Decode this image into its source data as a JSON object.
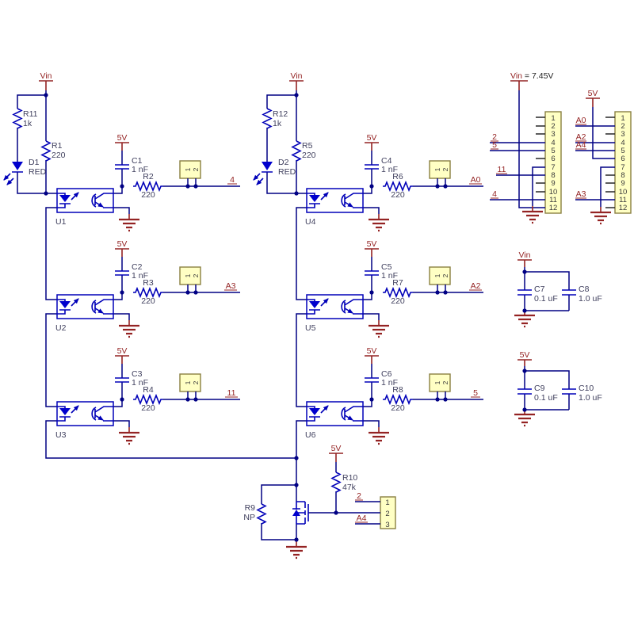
{
  "schematic": {
    "power": {
      "vin": "Vin",
      "v5": "5V",
      "vin_eq": " = 7.45V"
    },
    "components": {
      "R1": {
        "n": "R1",
        "v": "220"
      },
      "R2": {
        "n": "R2",
        "v": "220"
      },
      "R3": {
        "n": "R3",
        "v": "220"
      },
      "R4": {
        "n": "R4",
        "v": "220"
      },
      "R5": {
        "n": "R5",
        "v": "220"
      },
      "R6": {
        "n": "R6",
        "v": "220"
      },
      "R7": {
        "n": "R7",
        "v": "220"
      },
      "R8": {
        "n": "R8",
        "v": "220"
      },
      "R9": {
        "n": "R9",
        "v": "NP"
      },
      "R10": {
        "n": "R10",
        "v": "47k"
      },
      "R11": {
        "n": "R11",
        "v": "1k"
      },
      "R12": {
        "n": "R12",
        "v": "1k"
      },
      "C1": {
        "n": "C1",
        "v": "1 nF"
      },
      "C2": {
        "n": "C2",
        "v": "1 nF"
      },
      "C3": {
        "n": "C3",
        "v": "1 nF"
      },
      "C4": {
        "n": "C4",
        "v": "1 nF"
      },
      "C5": {
        "n": "C5",
        "v": "1 nF"
      },
      "C6": {
        "n": "C6",
        "v": "1 nF"
      },
      "C7": {
        "n": "C7",
        "v": "0.1 uF"
      },
      "C8": {
        "n": "C8",
        "v": "1.0 uF"
      },
      "C9": {
        "n": "C9",
        "v": "0.1 uF"
      },
      "C10": {
        "n": "C10",
        "v": "1.0 uF"
      },
      "D1": {
        "n": "D1",
        "v": "RED"
      },
      "D2": {
        "n": "D2",
        "v": "RED"
      },
      "U1": {
        "n": "U1"
      },
      "U2": {
        "n": "U2"
      },
      "U3": {
        "n": "U3"
      },
      "U4": {
        "n": "U4"
      },
      "U5": {
        "n": "U5"
      },
      "U6": {
        "n": "U6"
      }
    },
    "nets": {
      "out_u1": "4",
      "out_u2": "A3",
      "out_u3": "11",
      "out_u4": "A0",
      "out_u5": "A2",
      "out_u6": "5",
      "h1_p4": "2",
      "h1_p5": "5",
      "h1_p8": "11",
      "h1_p11": "4",
      "h2_p2": "A0",
      "h2_p4": "A2",
      "h2_p5": "A4",
      "h2_p11": "A3",
      "j2_p1": "2",
      "j2_p3": "A4"
    },
    "connectors": {
      "two_pin": [
        "1",
        "2"
      ],
      "header12": [
        "1",
        "2",
        "3",
        "4",
        "5",
        "6",
        "7",
        "8",
        "9",
        "10",
        "11",
        "12"
      ],
      "header3": [
        "1",
        "2",
        "3"
      ]
    }
  }
}
